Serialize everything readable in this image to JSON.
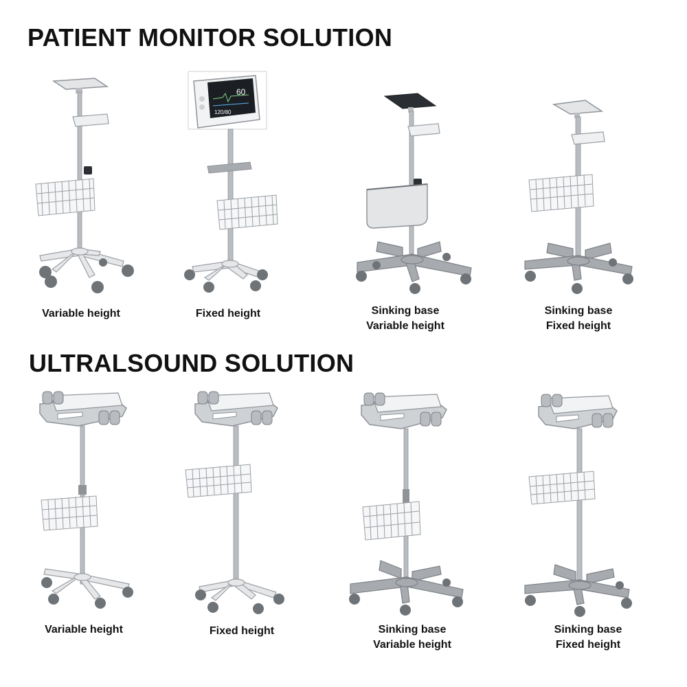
{
  "sections": [
    {
      "title": "PATIENT MONITOR SOLUTION",
      "products": [
        {
          "mount": "plate",
          "base": "standard",
          "basket": "wire",
          "caption_lines": [
            "Variable height"
          ]
        },
        {
          "mount": "monitor",
          "base": "standard",
          "basket": "wire",
          "caption_lines": [
            "Fixed height"
          ]
        },
        {
          "mount": "plate-dark",
          "base": "sinking",
          "basket": "bin",
          "caption_lines": [
            "Sinking base",
            "Variable height"
          ]
        },
        {
          "mount": "plate",
          "base": "sinking",
          "basket": "wire",
          "caption_lines": [
            "Sinking base",
            "Fixed height"
          ]
        }
      ]
    },
    {
      "title": "ULTRALSOUND SOLUTION",
      "products": [
        {
          "mount": "ultrasound-tray",
          "base": "standard",
          "basket": "wire",
          "caption_lines": [
            "Variable height"
          ]
        },
        {
          "mount": "ultrasound-tray",
          "base": "standard",
          "basket": "wire",
          "caption_lines": [
            "Fixed height"
          ]
        },
        {
          "mount": "ultrasound-tray",
          "base": "sinking",
          "basket": "wire",
          "caption_lines": [
            "Sinking base",
            "Variable height"
          ]
        },
        {
          "mount": "ultrasound-tray",
          "base": "sinking",
          "basket": "wire",
          "caption_lines": [
            "Sinking base",
            "Fixed height"
          ]
        }
      ]
    }
  ],
  "monitor_screen": {
    "hr": "60",
    "nibp": "120/80"
  },
  "colors": {
    "metal": "#b9bcc0",
    "metal_dark": "#8f9398",
    "base_light": "#e6e7e9",
    "base_grey": "#a7abb0",
    "wheel": "#6e7378",
    "screen": "#1b1f24"
  }
}
